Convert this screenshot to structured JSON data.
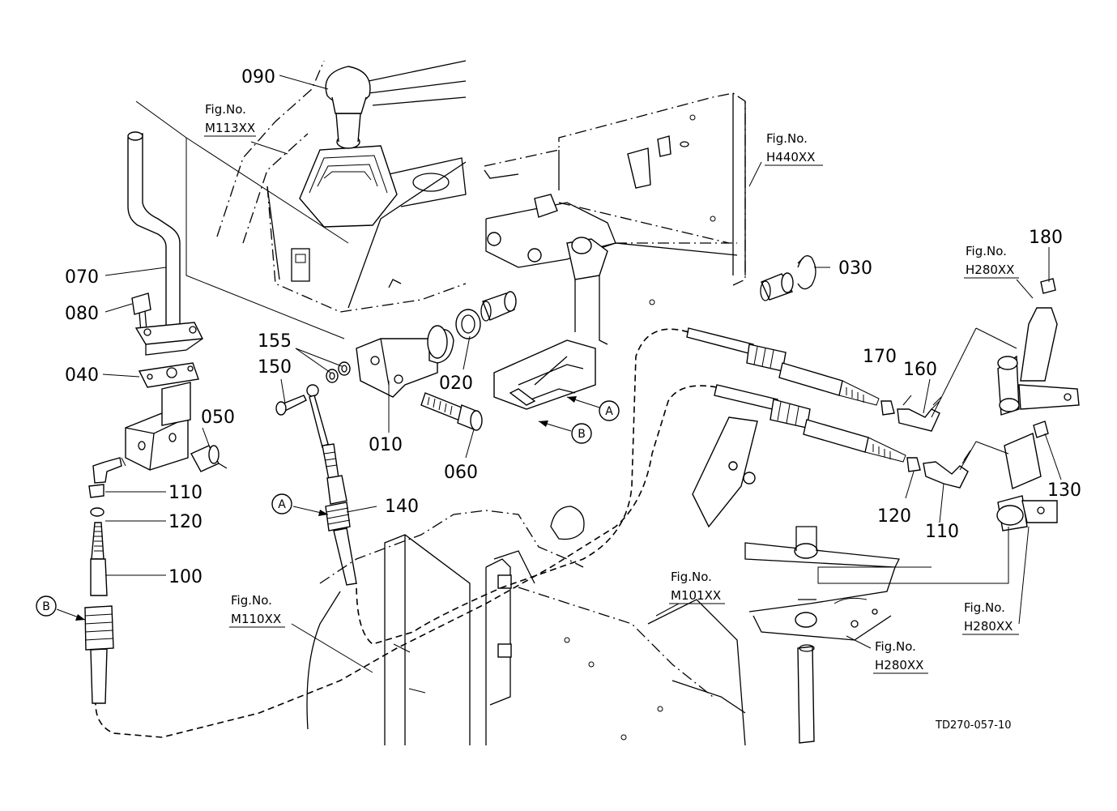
{
  "drawing_ref": "TD270-057-10",
  "callouts": {
    "p090": "090",
    "p070": "070",
    "p080": "080",
    "p040": "040",
    "p050": "050",
    "p110a": "110",
    "p120a": "120",
    "p100": "100",
    "p155": "155",
    "p150": "150",
    "p010": "010",
    "p020": "020",
    "p060": "060",
    "p140": "140",
    "p030": "030",
    "p180": "180",
    "p170": "170",
    "p160": "160",
    "p120b": "120",
    "p110b": "110",
    "p130": "130"
  },
  "markers": {
    "a": "A",
    "b": "B"
  },
  "fig_refs": [
    {
      "title": "Fig.No.",
      "code": "M113XX"
    },
    {
      "title": "Fig.No.",
      "code": "H440XX"
    },
    {
      "title": "Fig.No.",
      "code": "H280XX"
    },
    {
      "title": "Fig.No.",
      "code": "M110XX"
    },
    {
      "title": "Fig.No.",
      "code": "M101XX"
    },
    {
      "title": "Fig.No.",
      "code": "H280XX"
    },
    {
      "title": "Fig.No.",
      "code": "H280XX"
    }
  ]
}
